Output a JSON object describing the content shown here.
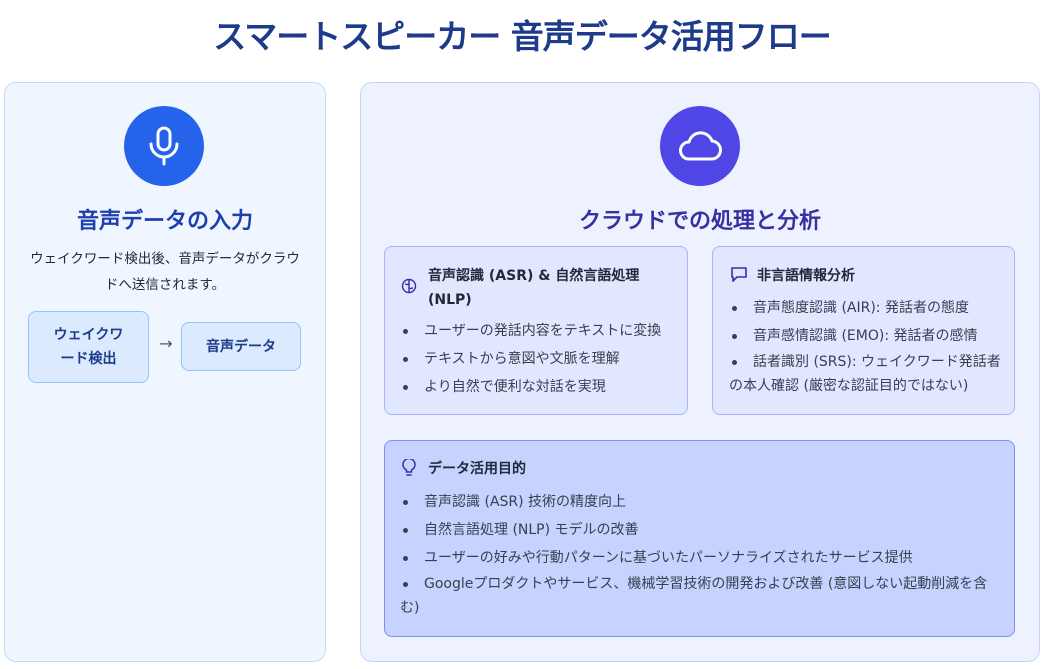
{
  "title": "スマートスピーカー 音声データ活用フロー",
  "input_panel": {
    "icon": "microphone-icon",
    "title": "音声データの入力",
    "description": "ウェイクワード検出後、音声データがクラウドへ送信されます。",
    "flow": {
      "step1": "ウェイクワード検出",
      "arrow": "→",
      "step2": "音声データ"
    }
  },
  "cloud_panel": {
    "icon": "cloud-icon",
    "title": "クラウドでの処理と分析",
    "asr_card": {
      "icon": "brain-icon",
      "title": "音声認識 (ASR) & 自然言語処理 (NLP)",
      "items": [
        "ユーザーの発話内容をテキストに変換",
        "テキストから意図や文脈を理解",
        "より自然で便利な対話を実現"
      ]
    },
    "nonverbal_card": {
      "icon": "speech-bubble-icon",
      "title": "非言語情報分析",
      "items": [
        "音声態度認識 (AIR): 発話者の態度",
        "音声感情認識 (EMO): 発話者の感情",
        "話者識別 (SRS): ウェイクワード発話者の本人確認 (厳密な認証目的ではない)"
      ]
    },
    "purpose_card": {
      "icon": "lightbulb-icon",
      "title": "データ活用目的",
      "items": [
        "音声認識 (ASR) 技術の精度向上",
        "自然言語処理 (NLP) モデルの改善",
        "ユーザーの好みや行動パターンに基づいたパーソナライズされたサービス提供",
        "Googleプロダクトやサービス、機械学習技術の開発および改善 (意図しない起動削減を含む)"
      ]
    }
  },
  "colors": {
    "title": "#1e3a8a",
    "input_accent": "#2563eb",
    "cloud_accent": "#4f46e5"
  }
}
